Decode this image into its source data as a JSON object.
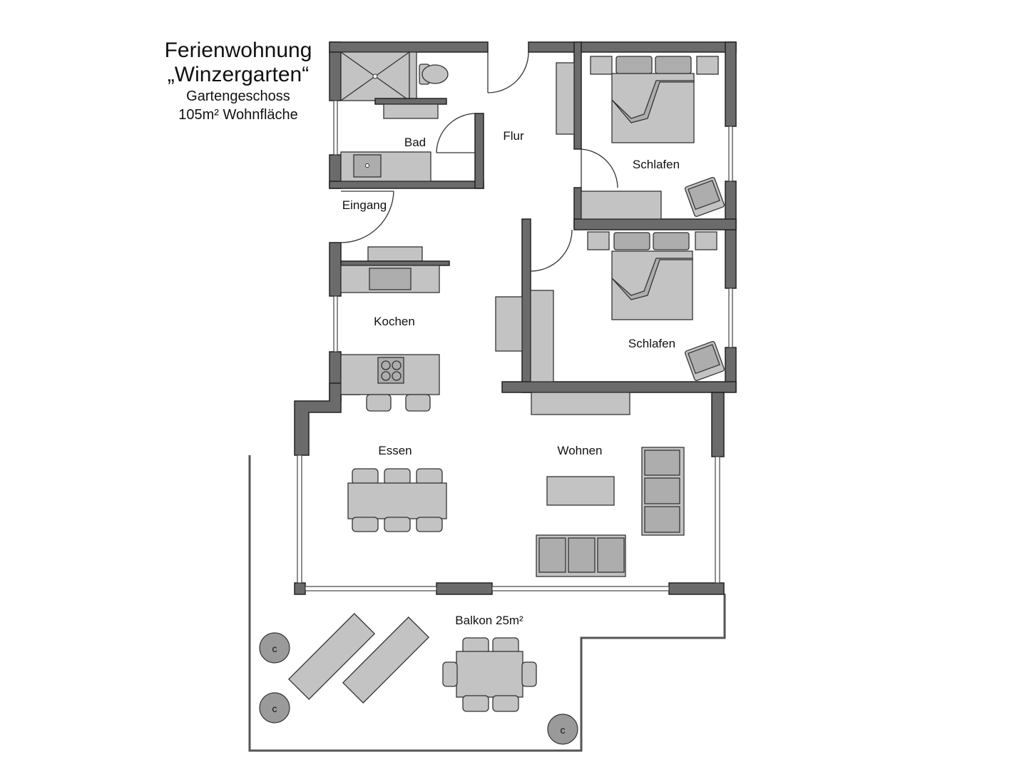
{
  "title": {
    "line1": "Ferienwohnung",
    "line2": "„Winzergarten“",
    "line3": "Gartengeschoss",
    "line4": "105m² Wohnfläche"
  },
  "rooms": {
    "bad": "Bad",
    "flur": "Flur",
    "schlafen1": "Schlafen",
    "eingang": "Eingang",
    "kochen": "Kochen",
    "schlafen2": "Schlafen",
    "essen": "Essen",
    "wohnen": "Wohnen",
    "balkon": "Balkon 25m²"
  },
  "plants": {
    "mark1": "c",
    "mark2": "c",
    "mark3": "c"
  },
  "colors": {
    "wall": "#6b6b6b",
    "furniture": "#c3c3c3",
    "outline": "#333333"
  }
}
